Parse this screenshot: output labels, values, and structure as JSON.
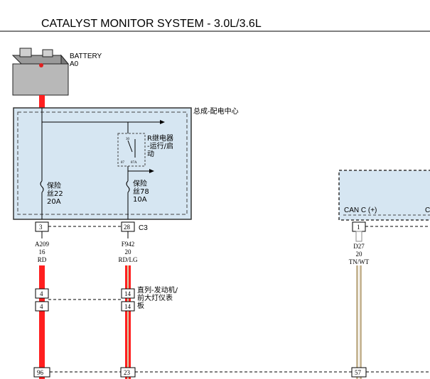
{
  "title": "CATALYST MONITOR SYSTEM - 3.0L/3.6L",
  "battery": {
    "name": "BATTERY",
    "code": "A0"
  },
  "pdc": {
    "label": "总成-配电中心",
    "relay_label_lines": [
      "R继电器",
      "-运行/启",
      "动"
    ],
    "relay_pins": [
      "30",
      "87",
      "87A"
    ],
    "fuse1_lines": [
      "保险",
      "丝22",
      "20A"
    ],
    "fuse2_lines": [
      "保险",
      "丝78",
      "10A"
    ]
  },
  "ecm_box": {
    "pin_label_1": "CAN C (+)",
    "pin_label_2": "C"
  },
  "connector_c3": "C3",
  "circuits": [
    {
      "pin_top": "3",
      "code": "A209",
      "gauge": "16",
      "color": "RD",
      "inline_a": "4",
      "inline_b": "4",
      "pin_bottom": "96",
      "hex": "#ff1f1f"
    },
    {
      "pin_top": "28",
      "code": "F942",
      "gauge": "20",
      "color": "RD/LG",
      "inline_a": "14",
      "inline_b": "14",
      "pin_bottom": "23",
      "hex": "#ff1f1f",
      "stripe_hex": "#d8d0a8"
    },
    {
      "pin_top": "1",
      "code": "D27",
      "gauge": "20",
      "color": "TN/WT",
      "pin_bottom": "57",
      "hex": "#c8b898"
    }
  ],
  "inline_connector_lines": [
    "直列-发动机/",
    "前大灯仪表",
    "板"
  ],
  "colors": {
    "box_fill": "#d6e6f2",
    "wire_red": "#ff1f1f",
    "wire_tan": "#c8b898"
  }
}
